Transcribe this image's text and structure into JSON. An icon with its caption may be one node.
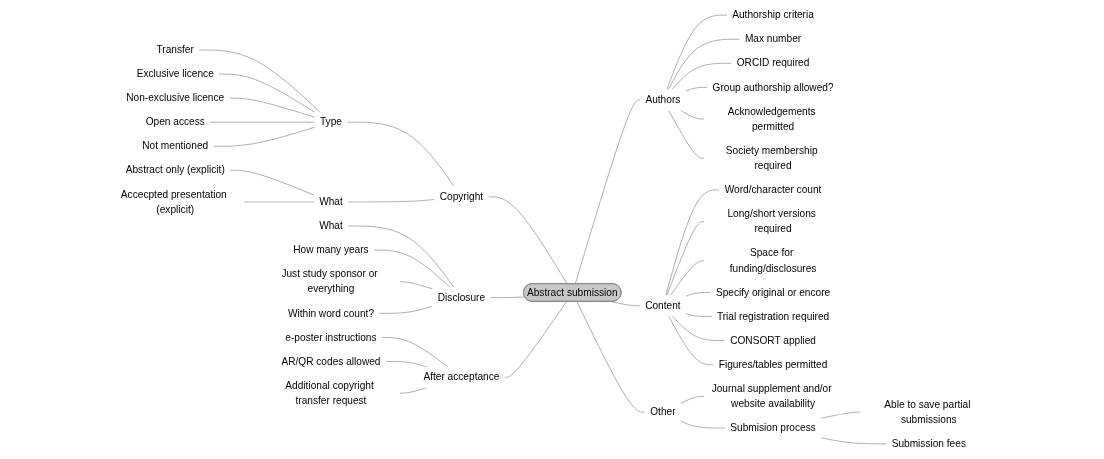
{
  "diagram": {
    "nodes": [
      {
        "text": [
          "Abstract submission"
        ]
      },
      {
        "text": [
          "Copyright"
        ]
      },
      {
        "text": [
          "Type"
        ]
      },
      {
        "text": [
          "Transfer"
        ]
      },
      {
        "text": [
          "Exclusive licence"
        ]
      },
      {
        "text": [
          "Non-exclusive licence"
        ]
      },
      {
        "text": [
          "Open access"
        ]
      },
      {
        "text": [
          "Not mentioned"
        ]
      },
      {
        "text": [
          "What"
        ]
      },
      {
        "text": [
          "Abstract only (explicit)"
        ]
      },
      {
        "text": [
          "Accecpted presentation (explicit)"
        ]
      },
      {
        "text": [
          "Disclosure"
        ]
      },
      {
        "text": [
          "What"
        ]
      },
      {
        "text": [
          "How many years"
        ]
      },
      {
        "text": [
          "Just study sponsor or everything"
        ]
      },
      {
        "text": [
          "Within word count?"
        ]
      },
      {
        "text": [
          "After acceptance"
        ]
      },
      {
        "text": [
          "e-poster instructions"
        ]
      },
      {
        "text": [
          "AR/QR codes allowed"
        ]
      },
      {
        "text": [
          "Additional copyright transfer request"
        ]
      },
      {
        "text": [
          "Authors"
        ]
      },
      {
        "text": [
          "Authorship criteria"
        ]
      },
      {
        "text": [
          "Max number"
        ]
      },
      {
        "text": [
          "ORCID required"
        ]
      },
      {
        "text": [
          "Group authorship allowed?"
        ]
      },
      {
        "text": [
          "Acknowledgements permitted"
        ]
      },
      {
        "text": [
          "Society membership required"
        ]
      },
      {
        "text": [
          "Content"
        ]
      },
      {
        "text": [
          "Word/character count"
        ]
      },
      {
        "text": [
          "Long/short versions required"
        ]
      },
      {
        "text": [
          "Space for funding/disclosures"
        ]
      },
      {
        "text": [
          "Specify original or encore"
        ]
      },
      {
        "text": [
          "Trial registration required"
        ]
      },
      {
        "text": [
          "CONSORT applied"
        ]
      },
      {
        "text": [
          "Figures/tables permitted"
        ]
      },
      {
        "text": [
          "Other"
        ]
      },
      {
        "text": [
          "Journal supplement and/or website availability"
        ]
      },
      {
        "text": [
          "Submision process"
        ]
      },
      {
        "text": [
          "Able to save partial submissions"
        ]
      },
      {
        "text": [
          "Submission fees"
        ]
      }
    ],
    "edges": [
      {
        "from": 1,
        "to": 0,
        "arrow": "none"
      },
      {
        "from": 2,
        "to": 1,
        "arrow": "none"
      },
      {
        "from": 3,
        "to": 2,
        "arrow": "none"
      },
      {
        "from": 4,
        "to": 2,
        "arrow": "none"
      },
      {
        "from": 5,
        "to": 2,
        "arrow": "none"
      },
      {
        "from": 6,
        "to": 2,
        "arrow": "none"
      },
      {
        "from": 7,
        "to": 2,
        "arrow": "none"
      },
      {
        "from": 8,
        "to": 1,
        "arrow": "none"
      },
      {
        "from": 9,
        "to": 8,
        "arrow": "none"
      },
      {
        "from": 10,
        "to": 8,
        "arrow": "none"
      },
      {
        "from": 11,
        "to": 0,
        "arrow": "none"
      },
      {
        "from": 12,
        "to": 11,
        "arrow": "none"
      },
      {
        "from": 13,
        "to": 11,
        "arrow": "none"
      },
      {
        "from": 14,
        "to": 11,
        "arrow": "none"
      },
      {
        "from": 15,
        "to": 11,
        "arrow": "none"
      },
      {
        "from": 16,
        "to": 0,
        "arrow": "none"
      },
      {
        "from": 17,
        "to": 16,
        "arrow": "none"
      },
      {
        "from": 18,
        "to": 16,
        "arrow": "none"
      },
      {
        "from": 19,
        "to": 16,
        "arrow": "none"
      },
      {
        "from": 0,
        "to": 20,
        "arrow": "none"
      },
      {
        "from": 20,
        "to": 21,
        "arrow": "none"
      },
      {
        "from": 20,
        "to": 22,
        "arrow": "none"
      },
      {
        "from": 20,
        "to": 23,
        "arrow": "none"
      },
      {
        "from": 20,
        "to": 24,
        "arrow": "none"
      },
      {
        "from": 20,
        "to": 25,
        "arrow": "none"
      },
      {
        "from": 20,
        "to": 26,
        "arrow": "none"
      },
      {
        "from": 0,
        "to": 27,
        "arrow": "none"
      },
      {
        "from": 27,
        "to": 28,
        "arrow": "none"
      },
      {
        "from": 27,
        "to": 29,
        "arrow": "none"
      },
      {
        "from": 27,
        "to": 30,
        "arrow": "none"
      },
      {
        "from": 27,
        "to": 31,
        "arrow": "none"
      },
      {
        "from": 27,
        "to": 32,
        "arrow": "none"
      },
      {
        "from": 27,
        "to": 33,
        "arrow": "none"
      },
      {
        "from": 27,
        "to": 34,
        "arrow": "none"
      },
      {
        "from": 0,
        "to": 35,
        "arrow": "none"
      },
      {
        "from": 35,
        "to": 36,
        "arrow": "none"
      },
      {
        "from": 35,
        "to": 37,
        "arrow": "none"
      },
      {
        "from": 37,
        "to": 38,
        "arrow": "none"
      },
      {
        "from": 37,
        "to": 39,
        "arrow": "none"
      }
    ]
  }
}
